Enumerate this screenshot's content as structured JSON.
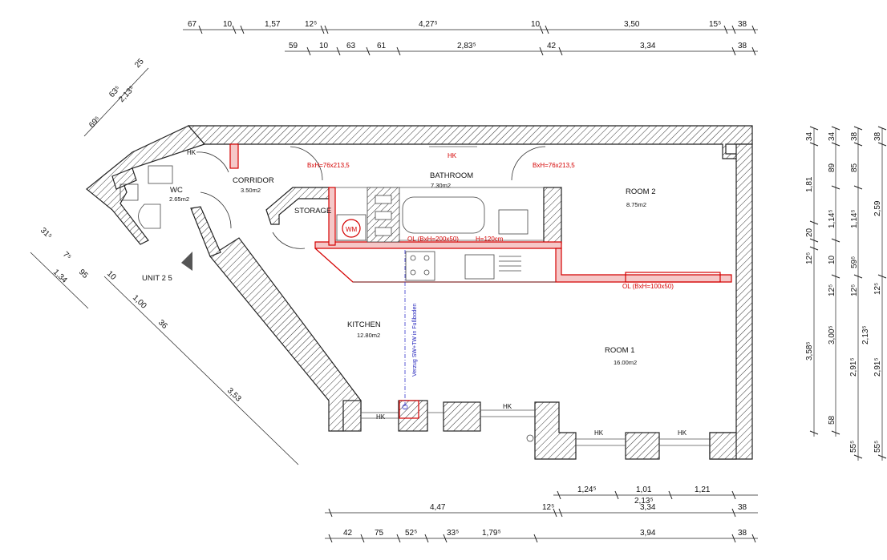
{
  "rooms": {
    "wc": {
      "name": "WC",
      "area": "2.65m2"
    },
    "corridor": {
      "name": "CORRIDOR",
      "area": "3.50m2"
    },
    "storage": {
      "name": "STORAGE"
    },
    "bathroom": {
      "name": "BATHROOM",
      "area": "7.30m2"
    },
    "room2": {
      "name": "ROOM 2",
      "area": "8.75m2"
    },
    "kitchen": {
      "name": "KITCHEN",
      "area": "12.80m2"
    },
    "room1": {
      "name": "ROOM 1",
      "area": "16.00m2"
    }
  },
  "unit_label": "UNIT 2 5",
  "wm_label": "WM",
  "hk": "HK",
  "red_notes": {
    "door_left": "BxH=76x213,5",
    "door_right": "BxH=76x213,5",
    "ol_kitchen": "OL (BxH=200x50)",
    "h_note": "H=120cm",
    "ol_room": "OL (BxH=100x50)"
  },
  "blue_note": "Verzug SW+TW in Fußboden",
  "dims": {
    "top1": [
      "67",
      "10",
      "1,57",
      "12⁵",
      "4,27⁵",
      "10",
      "3,50",
      "15⁵",
      "38"
    ],
    "top2": [
      "59",
      "10",
      "63",
      "61",
      "2,83⁵",
      "42",
      "3,34",
      "38"
    ],
    "bot1": [
      "1,24⁵",
      "1,01",
      "1,21"
    ],
    "bot1b": "2,13⁵",
    "bot2": [
      "4,47",
      "12⁵",
      "3,34",
      "38"
    ],
    "bot3": [
      "42",
      "75",
      "52⁵",
      "33⁵",
      "1,79⁵",
      "3,94",
      "38"
    ],
    "right1": [
      "34",
      "1,81",
      "20",
      "12⁵",
      "3,58⁵",
      "58",
      "55⁵"
    ],
    "right2": [
      "34",
      "89",
      "1,14⁵",
      "10",
      "12⁵",
      "3,00⁵",
      "2,91⁵"
    ],
    "right3": [
      "38",
      "85",
      "1,14⁵",
      "59⁵",
      "12⁵",
      "2,13⁵",
      "2,91⁵"
    ],
    "right4": [
      "38",
      "2,59",
      "12⁵",
      "55⁵"
    ],
    "diag_upper": [
      "69⁵",
      "63⁵",
      "2,13⁵",
      "25"
    ],
    "diag_left": [
      "31⁵",
      "7⁵",
      "1,34",
      "95"
    ],
    "diag_long": [
      "10",
      "1,00",
      "36",
      "3,53"
    ]
  }
}
